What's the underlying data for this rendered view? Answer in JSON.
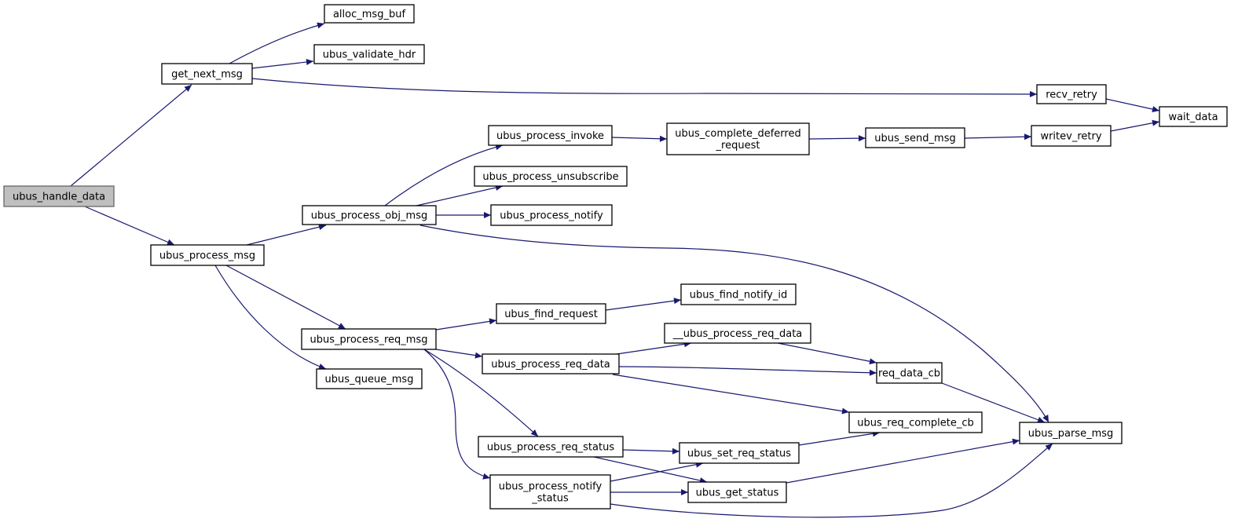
{
  "graph": {
    "nodes": [
      {
        "id": "n0",
        "lines": [
          "ubus_handle_data"
        ],
        "root": true
      },
      {
        "id": "n1",
        "lines": [
          "get_next_msg"
        ]
      },
      {
        "id": "n2",
        "lines": [
          "alloc_msg_buf"
        ]
      },
      {
        "id": "n3",
        "lines": [
          "ubus_validate_hdr"
        ]
      },
      {
        "id": "n4",
        "lines": [
          "recv_retry"
        ]
      },
      {
        "id": "n5",
        "lines": [
          "wait_data"
        ]
      },
      {
        "id": "n6",
        "lines": [
          "ubus_process_msg"
        ]
      },
      {
        "id": "n7",
        "lines": [
          "ubus_process_obj_msg"
        ]
      },
      {
        "id": "n8",
        "lines": [
          "ubus_process_invoke"
        ]
      },
      {
        "id": "n9",
        "lines": [
          "ubus_complete_deferred",
          "_request"
        ]
      },
      {
        "id": "n10",
        "lines": [
          "ubus_send_msg"
        ]
      },
      {
        "id": "n11",
        "lines": [
          "writev_retry"
        ]
      },
      {
        "id": "n12",
        "lines": [
          "ubus_process_unsubscribe"
        ]
      },
      {
        "id": "n13",
        "lines": [
          "ubus_process_notify"
        ]
      },
      {
        "id": "n14",
        "lines": [
          "ubus_parse_msg"
        ]
      },
      {
        "id": "n15",
        "lines": [
          "ubus_process_req_msg"
        ]
      },
      {
        "id": "n16",
        "lines": [
          "ubus_find_request"
        ]
      },
      {
        "id": "n17",
        "lines": [
          "ubus_find_notify_id"
        ]
      },
      {
        "id": "n18",
        "lines": [
          "ubus_process_req_data"
        ]
      },
      {
        "id": "n19",
        "lines": [
          "__ubus_process_req_data"
        ]
      },
      {
        "id": "n20",
        "lines": [
          "req_data_cb"
        ]
      },
      {
        "id": "n21",
        "lines": [
          "ubus_req_complete_cb"
        ]
      },
      {
        "id": "n22",
        "lines": [
          "ubus_process_req_status"
        ]
      },
      {
        "id": "n23",
        "lines": [
          "ubus_set_req_status"
        ]
      },
      {
        "id": "n24",
        "lines": [
          "ubus_get_status"
        ]
      },
      {
        "id": "n25",
        "lines": [
          "ubus_process_notify",
          "_status"
        ]
      },
      {
        "id": "n26",
        "lines": [
          "ubus_queue_msg"
        ]
      }
    ],
    "edges": [
      {
        "from": "n0",
        "to": "n1"
      },
      {
        "from": "n0",
        "to": "n6"
      },
      {
        "from": "n1",
        "to": "n2"
      },
      {
        "from": "n1",
        "to": "n3"
      },
      {
        "from": "n1",
        "to": "n4"
      },
      {
        "from": "n4",
        "to": "n5"
      },
      {
        "from": "n6",
        "to": "n7"
      },
      {
        "from": "n6",
        "to": "n15"
      },
      {
        "from": "n6",
        "to": "n26"
      },
      {
        "from": "n7",
        "to": "n8"
      },
      {
        "from": "n7",
        "to": "n12"
      },
      {
        "from": "n7",
        "to": "n13"
      },
      {
        "from": "n7",
        "to": "n14"
      },
      {
        "from": "n8",
        "to": "n9"
      },
      {
        "from": "n9",
        "to": "n10"
      },
      {
        "from": "n10",
        "to": "n11"
      },
      {
        "from": "n11",
        "to": "n5"
      },
      {
        "from": "n15",
        "to": "n16"
      },
      {
        "from": "n15",
        "to": "n18"
      },
      {
        "from": "n15",
        "to": "n22"
      },
      {
        "from": "n15",
        "to": "n25"
      },
      {
        "from": "n16",
        "to": "n17"
      },
      {
        "from": "n18",
        "to": "n19"
      },
      {
        "from": "n18",
        "to": "n20"
      },
      {
        "from": "n18",
        "to": "n21"
      },
      {
        "from": "n19",
        "to": "n20"
      },
      {
        "from": "n20",
        "to": "n14"
      },
      {
        "from": "n22",
        "to": "n23"
      },
      {
        "from": "n22",
        "to": "n24"
      },
      {
        "from": "n23",
        "to": "n21"
      },
      {
        "from": "n24",
        "to": "n14"
      },
      {
        "from": "n25",
        "to": "n23"
      },
      {
        "from": "n25",
        "to": "n24"
      },
      {
        "from": "n25",
        "to": "n14"
      }
    ]
  }
}
